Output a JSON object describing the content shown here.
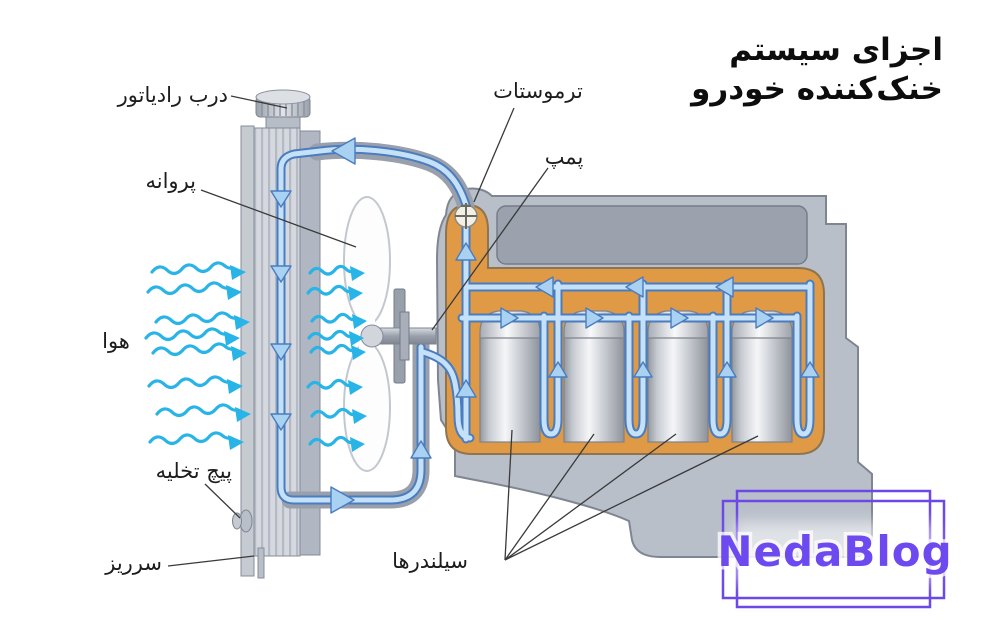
{
  "title": {
    "line1": "اجزای سیستم",
    "line2": "خنک‌کننده خودرو"
  },
  "labels": {
    "radiator_cap": "درب رادیاتور",
    "fan": "پروانه",
    "thermostat": "ترموستات",
    "pump": "پمپ",
    "air": "هوا",
    "drain_plug": "پیچ تخلیه",
    "overflow": "سرریز",
    "cylinders": "سیلندرها"
  },
  "watermark": {
    "text": "NedaBlog",
    "color": "#6d4aef"
  },
  "colors": {
    "coolant_core": "#c5e1f7",
    "coolant_outline": "#4a7cc0",
    "air_arrows": "#28b4e6",
    "water_jacket": "#e09a45",
    "engine_body": "#b9bfc9",
    "label_text": "#1d1d1d"
  }
}
